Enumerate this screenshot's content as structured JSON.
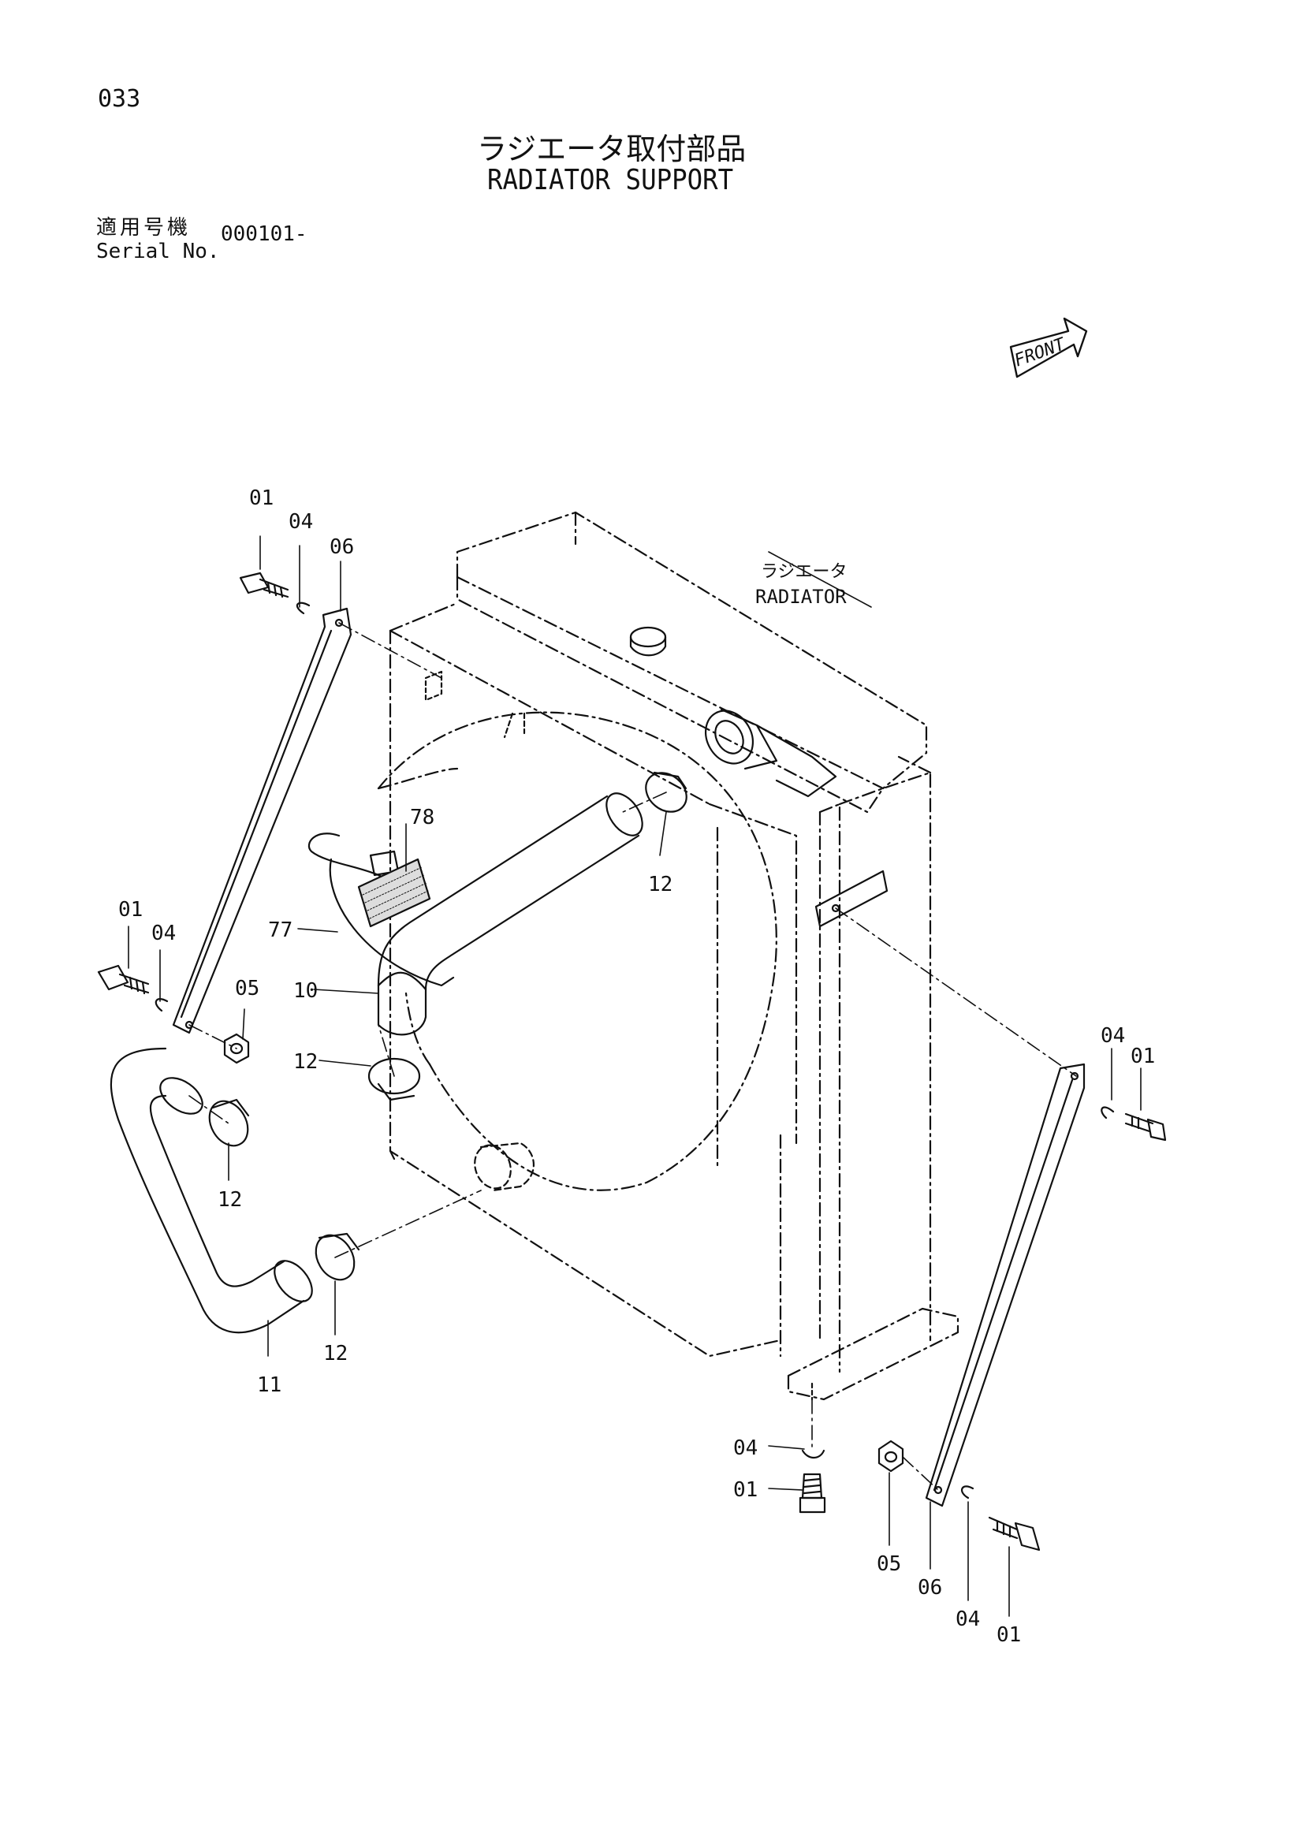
{
  "header": {
    "page_number": "033",
    "title_jp": "ラジエータ取付部品",
    "title_en": "RADIATOR SUPPORT",
    "serial_label_jp": "適用号機",
    "serial_label_en": "Serial No.",
    "serial_value": "000101-"
  },
  "front_arrow": {
    "label": "FRONT"
  },
  "radiator_label": {
    "jp": "ラジエータ",
    "en": "RADIATOR"
  },
  "callouts": {
    "c01a": "01",
    "c04a": "04",
    "c06a": "06",
    "c01b": "01",
    "c04b": "04",
    "c05a": "05",
    "c78": "78",
    "c77": "77",
    "c10": "10",
    "c12a": "12",
    "c12b": "12",
    "c12c": "12",
    "c12d": "12",
    "c11": "11",
    "c04c": "04",
    "c01c": "01",
    "c04d": "04",
    "c01d": "01",
    "c05b": "05",
    "c06b": "06",
    "c04e": "04",
    "c01e": "01"
  }
}
